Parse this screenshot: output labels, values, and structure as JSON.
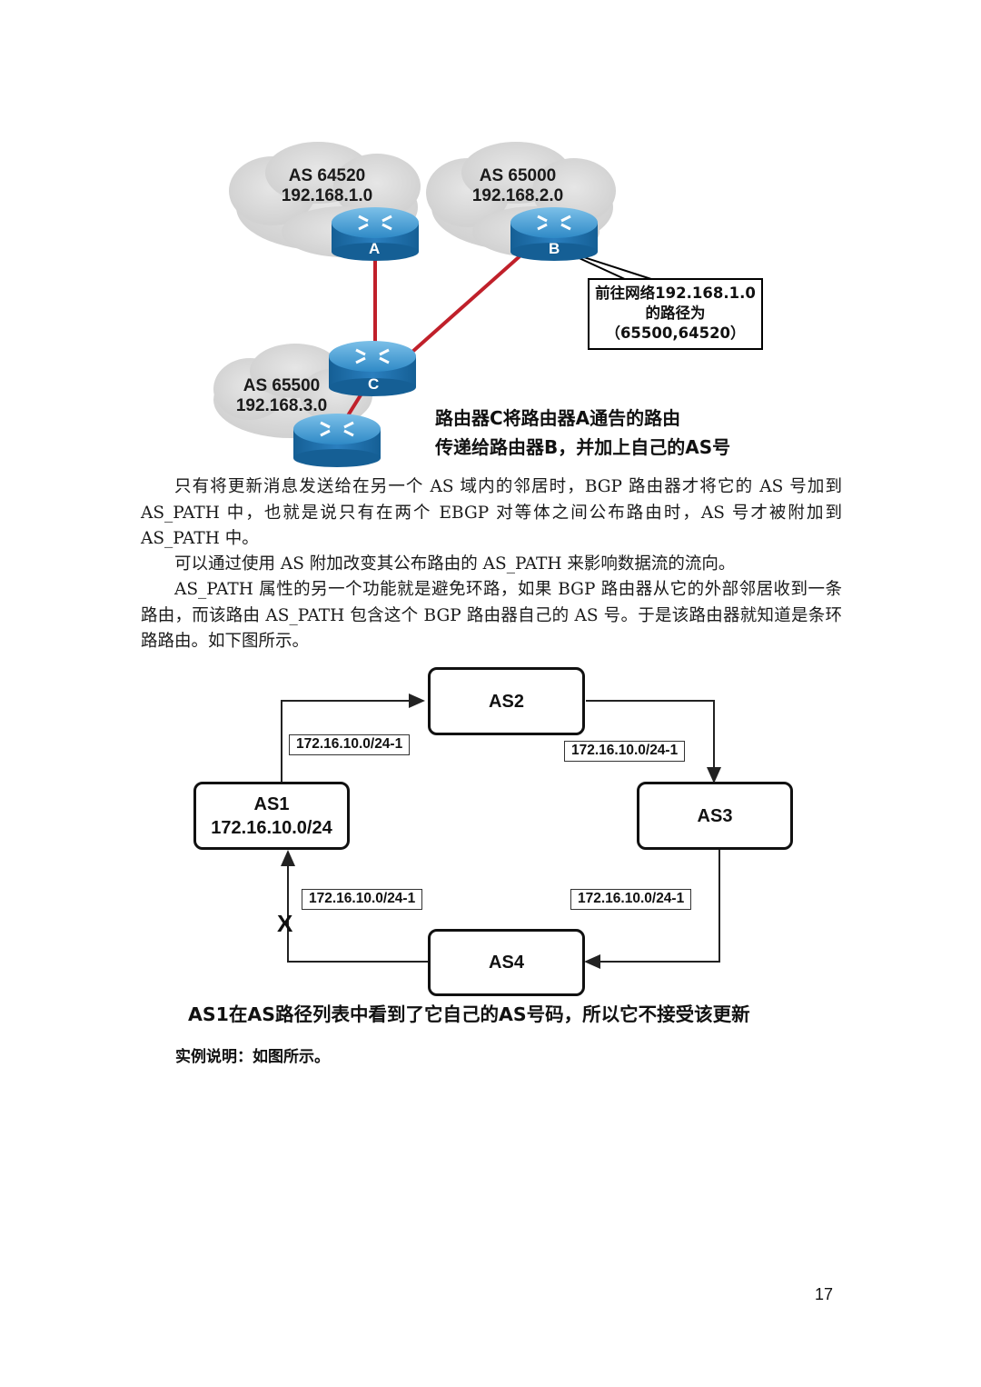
{
  "diagram1": {
    "clouds": [
      {
        "as": "AS 64520",
        "net": "192.168.1.0"
      },
      {
        "as": "AS 65000",
        "net": "192.168.2.0"
      },
      {
        "as": "AS 65500",
        "net": "192.168.3.0"
      }
    ],
    "routers": [
      "A",
      "B",
      "C"
    ],
    "callout": {
      "line1": "前往网络192.168.1.0",
      "line2": "的路径为",
      "line3": "（65500,64520）"
    },
    "caption_line1": "路由器C将路由器A通告的路由",
    "caption_line2": "传递给路由器B，并加上自己的AS号"
  },
  "paragraphs": [
    "只有将更新消息发送给在另一个 AS 域内的邻居时，BGP 路由器才将它的 AS 号加到 AS_PATH 中，也就是说只有在两个 EBGP 对等体之间公布路由时，AS 号才被附加到 AS_PATH 中。",
    "可以通过使用 AS 附加改变其公布路由的 AS_PATH 来影响数据流的流向。",
    "AS_PATH 属性的另一个功能就是避免环路，如果 BGP 路由器从它的外部邻居收到一条路由，而该路由 AS_PATH 包含这个 BGP 路由器自己的 AS 号。于是该路由器就知道是条环路路由。如下图所示。"
  ],
  "diagram2": {
    "boxes": {
      "as1_line1": "AS1",
      "as1_line2": "172.16.10.0/24",
      "as2": "AS2",
      "as3": "AS3",
      "as4": "AS4"
    },
    "prefix_labels": [
      "172.16.10.0/24-1",
      "172.16.10.0/24-1",
      "172.16.10.0/24-1",
      "172.16.10.0/24-1"
    ],
    "x_mark": "X",
    "caption": "AS1在AS路径列表中看到了它自己的AS号码，所以它不接受该更新"
  },
  "example_text": "实例说明：如图所示。",
  "page_number": "17",
  "colors": {
    "link": "#c0202a",
    "router_top": "#4da3d6",
    "router_side": "#1f6fa8",
    "cloud": "#d9d9d9"
  }
}
